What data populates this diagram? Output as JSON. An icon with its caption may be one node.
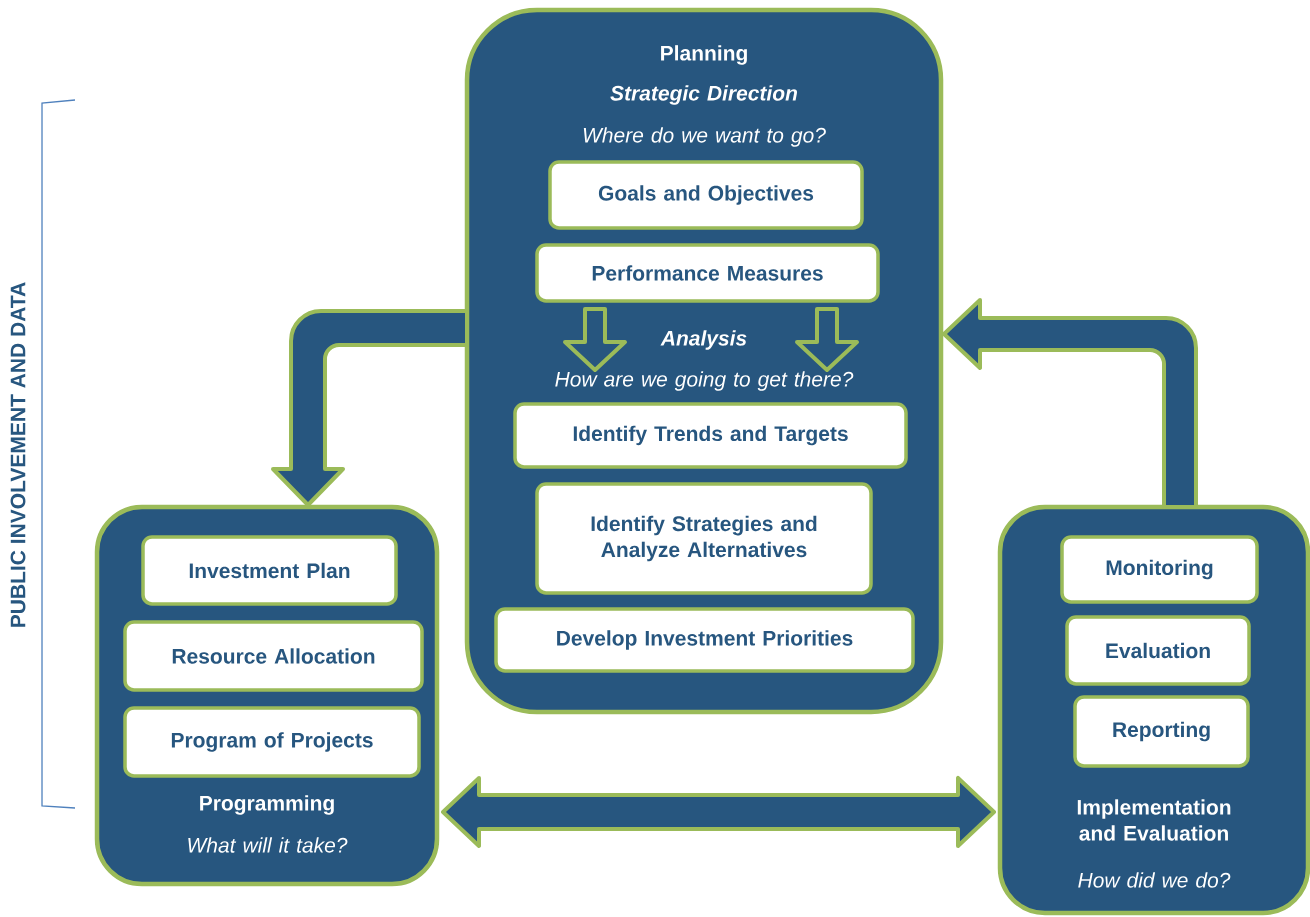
{
  "diagram": {
    "nodes": [
      {
        "text": [
          "Planning",
          "Strategic Direction",
          "Where do we want to go?",
          "Analysis",
          "How are we going to get there?"
        ]
      },
      {
        "text": [
          "Goals and Objectives"
        ],
        "in": 0
      },
      {
        "text": [
          "Performance Measures"
        ],
        "in": 0
      },
      {
        "text": [
          "Identify Trends and Targets"
        ],
        "in": 0
      },
      {
        "text": [
          "Identify Strategies and Analyze Alternatives"
        ],
        "in": 0
      },
      {
        "text": [
          "Develop Investment Priorities"
        ],
        "in": 0
      },
      {
        "text": [
          "Programming",
          "What will it take?"
        ]
      },
      {
        "text": [
          "Investment Plan"
        ],
        "in": 6
      },
      {
        "text": [
          "Resource Allocation"
        ],
        "in": 6
      },
      {
        "text": [
          "Program of Projects"
        ],
        "in": 6
      },
      {
        "text": [
          "Implementation and Evaluation",
          "How did we do?"
        ]
      },
      {
        "text": [
          "Monitoring"
        ],
        "in": 10
      },
      {
        "text": [
          "Evaluation"
        ],
        "in": 10
      },
      {
        "text": [
          "Reporting"
        ],
        "in": 10
      }
    ],
    "edges": [
      {
        "from": 0,
        "to": 6,
        "arrow": "to"
      },
      {
        "from": 10,
        "to": 0,
        "arrow": "to"
      },
      {
        "from": 6,
        "to": 10,
        "arrow": "both"
      },
      {
        "from": 2,
        "to": 3,
        "arrow": "to"
      },
      {
        "from": 2,
        "to": 3,
        "arrow": "to"
      }
    ],
    "labels": [
      "PUBLIC INVOLVEMENT AND DATA"
    ]
  }
}
